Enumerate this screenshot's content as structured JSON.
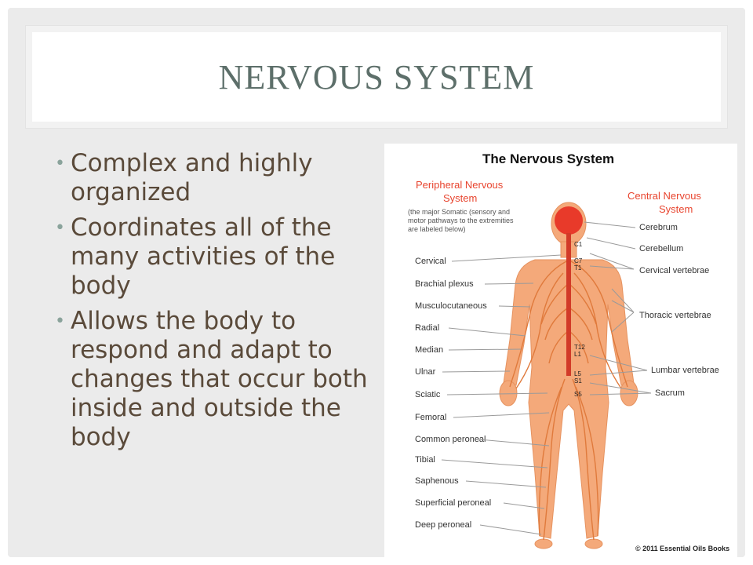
{
  "slide": {
    "title": "NERVOUS SYSTEM",
    "bullets": [
      "Complex and highly organized",
      "Coordinates all of the many activities of the body",
      "Allows the body to respond and adapt to changes that occur both inside and outside the body"
    ]
  },
  "diagram": {
    "title": "The Nervous System",
    "pns_title_1": "Peripheral Nervous",
    "pns_title_2": "System",
    "pns_note_1": "(the major Somatic (sensory and",
    "pns_note_2": "motor pathways to the extremities",
    "pns_note_3": "are labeled below)",
    "cns_title_1": "Central Nervous",
    "cns_title_2": "System",
    "left_labels": [
      "Cervical",
      "Brachial plexus",
      "Musculocutaneous",
      "Radial",
      "Median",
      "Ulnar",
      "Sciatic",
      "Femoral",
      "Common peroneal",
      "Tibial",
      "Saphenous",
      "Superficial peroneal",
      "Deep peroneal"
    ],
    "right_labels": [
      "Cerebrum",
      "Cerebellum",
      "Cervical vertebrae",
      "Thoracic vertebrae",
      "Lumbar vertebrae",
      "Sacrum"
    ],
    "spine_labels": [
      "C1",
      "C7",
      "T1",
      "T12",
      "L1",
      "L5",
      "S1",
      "S5"
    ],
    "copyright": "© 2011 Essential Oils Books",
    "colors": {
      "heading": "#e8452f",
      "body": "#f4a97a",
      "nerve": "#e07a3c",
      "brain": "#e83a2a",
      "spine": "#d23a28"
    }
  }
}
